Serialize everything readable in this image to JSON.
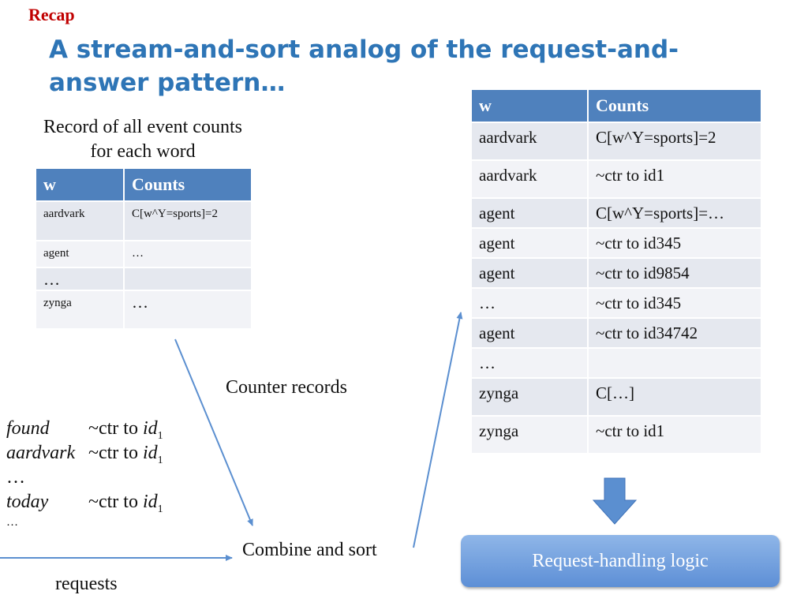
{
  "recap": "Recap",
  "title": "A stream-and-sort analog of the request-and-answer pattern…",
  "left_caption": "Record of all event counts for each word",
  "left_table": {
    "headers": [
      "w",
      "Counts"
    ],
    "rows": [
      [
        "aardvark",
        "C[w^Y=sports]=2"
      ],
      [
        "agent",
        "…"
      ],
      [
        "…",
        ""
      ],
      [
        "zynga",
        "…"
      ]
    ]
  },
  "right_table": {
    "headers": [
      "w",
      "Counts"
    ],
    "rows": [
      [
        "aardvark",
        "C[w^Y=sports]=2"
      ],
      [
        "aardvark",
        "~ctr to id1"
      ],
      [
        "agent",
        "C[w^Y=sports]=…"
      ],
      [
        "agent",
        "~ctr to id345"
      ],
      [
        "agent",
        "~ctr to id9854"
      ],
      [
        "…",
        "~ctr to id345"
      ],
      [
        "agent",
        "~ctr to id34742"
      ],
      [
        "…",
        ""
      ],
      [
        "zynga",
        "C[…]"
      ],
      [
        "zynga",
        "~ctr to id1"
      ]
    ]
  },
  "counter_records": "Counter records",
  "combine_and_sort": "Combine and sort",
  "requests_label": "requests",
  "requests": [
    {
      "word": "found",
      "value": "~ctr to ",
      "id": "id",
      "sub": "1"
    },
    {
      "word": "aardvark",
      "value": "~ctr to ",
      "id": "id",
      "sub": "1"
    },
    {
      "word": "…",
      "value": "",
      "id": "",
      "sub": ""
    },
    {
      "word": "today",
      "value": "~ctr to ",
      "id": "id",
      "sub": "1"
    },
    {
      "word": "…",
      "value": "",
      "id": "",
      "sub": ""
    }
  ],
  "request_handling": "Request-handling logic",
  "colors": {
    "title": "#2e75b6",
    "recap": "#c00000",
    "header": "#4f81bd",
    "arrow": "#5b8fd0"
  }
}
